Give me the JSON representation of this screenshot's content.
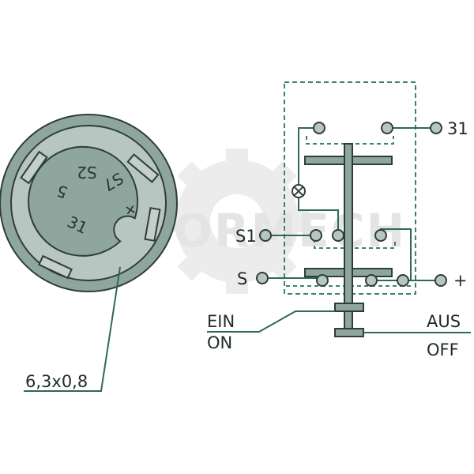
{
  "colors": {
    "body": "#8ea69d",
    "face": "#b7c6c0",
    "outline": "#2f3d3a",
    "line": "#2f6a55",
    "dashed": "#3d8466",
    "pin": "#c4cfcb",
    "watermark": "#e2e2e2"
  },
  "watermark": {
    "text": "FORMECH"
  },
  "connector": {
    "terminals": {
      "t5": "5",
      "s2": "S2",
      "s7": "S7",
      "plus": "+",
      "t31": "31"
    },
    "dimension_label": "6,3x0,8"
  },
  "schematic": {
    "labels": {
      "t31": "31",
      "s1": "S1",
      "s": "S",
      "plus": "+"
    }
  },
  "positions": {
    "ein": "EIN",
    "on": "ON",
    "aus": "AUS",
    "off": "OFF"
  }
}
